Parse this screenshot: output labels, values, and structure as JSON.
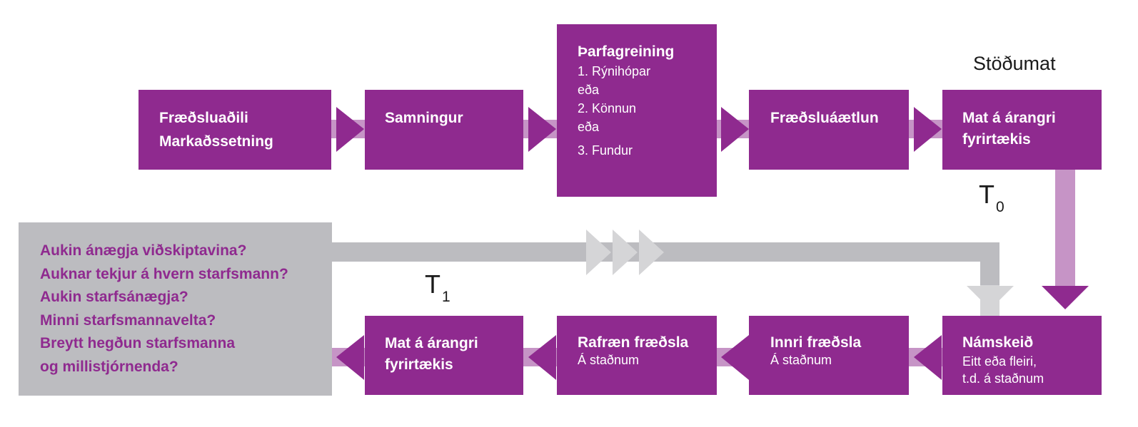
{
  "colors": {
    "box": "#8f2a8f",
    "connector": "#c694c6",
    "grey": "#bcbcc0",
    "grey_arrow": "#d5d5d7",
    "grey_panel": "#bcbcc0"
  },
  "boxes": {
    "fraedsluadili": {
      "lines": [
        "Fræðsluaðili",
        "Markaðssetning"
      ]
    },
    "samningur": {
      "title": "Samningur"
    },
    "tharfagreining": {
      "title": "Þarfagreining",
      "items": [
        "1. Rýnihópar",
        "eða",
        "2. Könnun",
        "eða",
        "3. Fundur"
      ]
    },
    "fraeduaaetlun": {
      "title": "Fræðsluáætlun"
    },
    "mat_top": {
      "lines": [
        "Mat á árangri",
        "fyrirtækis"
      ]
    },
    "namskeid": {
      "title": "Námskeið",
      "sub": [
        "Eitt eða fleiri,",
        "t.d. á staðnum"
      ]
    },
    "innri": {
      "title": "Innri fræðsla",
      "sub": "Á staðnum"
    },
    "rafraen": {
      "title": "Rafræn fræðsla",
      "sub": "Á staðnum"
    },
    "mat_bottom": {
      "lines": [
        "Mat á árangri",
        "fyrirtækis"
      ]
    }
  },
  "labels": {
    "stodumat": "Stöðumat",
    "t0": {
      "base": "T",
      "sub": "0"
    },
    "t1": {
      "base": "T",
      "sub": "1"
    }
  },
  "questions": [
    "Aukin ánægja viðskiptavina?",
    "Auknar tekjur á hvern starfsmann?",
    "Aukin starfsánægja?",
    "Minni starfsmannavelta?",
    "Breytt hegðun starfsmanna",
    "og millistjórnenda?"
  ]
}
